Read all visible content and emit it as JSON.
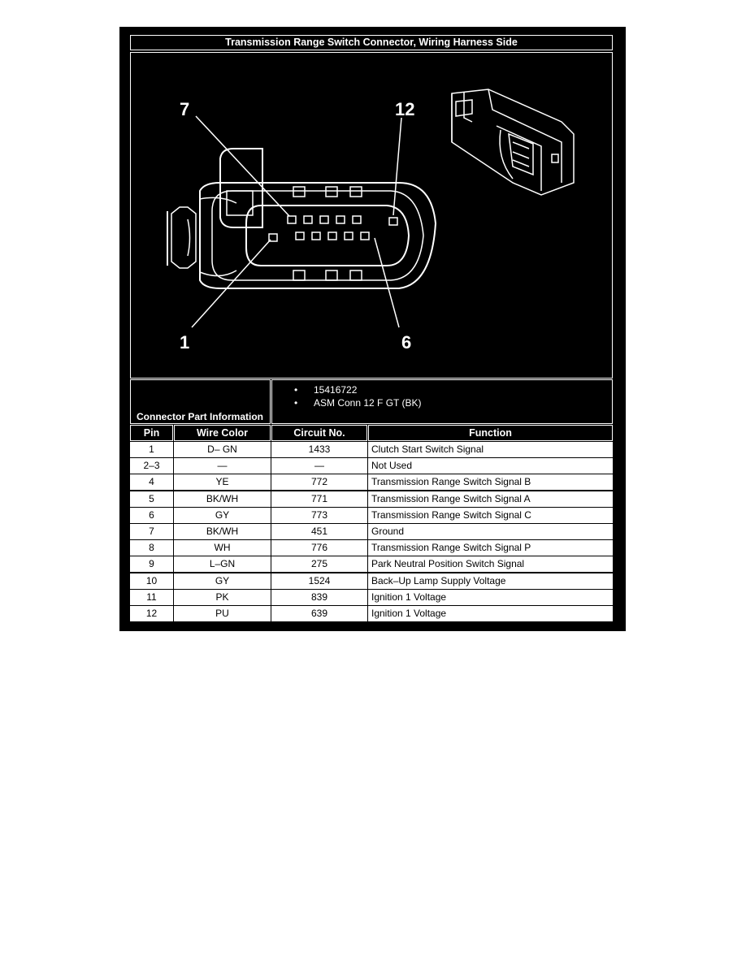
{
  "title": "Transmission Range Switch Connector, Wiring Harness Side",
  "figure": {
    "pin_callouts": [
      "7",
      "12",
      "1",
      "6"
    ]
  },
  "connector_part_information": {
    "label": "Connector Part Information",
    "items": [
      "15416722",
      "ASM Conn 12 F GT (BK)"
    ]
  },
  "table": {
    "headers": [
      "Pin",
      "Wire Color",
      "Circuit No.",
      "Function"
    ],
    "rows": [
      [
        "1",
        "D– GN",
        "1433",
        "Clutch Start Switch Signal"
      ],
      [
        "2–3",
        "—",
        "—",
        "Not Used"
      ],
      [
        "4",
        "YE",
        "772",
        "Transmission Range Switch Signal B"
      ],
      [
        "5",
        "BK/WH",
        "771",
        "Transmission Range Switch Signal A"
      ],
      [
        "6",
        "GY",
        "773",
        "Transmission Range Switch Signal C"
      ],
      [
        "7",
        "BK/WH",
        "451",
        "Ground"
      ],
      [
        "8",
        "WH",
        "776",
        "Transmission Range Switch Signal P"
      ],
      [
        "9",
        "L–GN",
        "275",
        "Park Neutral Position Switch Signal"
      ],
      [
        "10",
        "GY",
        "1524",
        "Back–Up Lamp Supply Voltage"
      ],
      [
        "11",
        "PK",
        "839",
        "Ignition 1 Voltage"
      ],
      [
        "12",
        "PU",
        "639",
        "Ignition 1 Voltage"
      ]
    ]
  }
}
